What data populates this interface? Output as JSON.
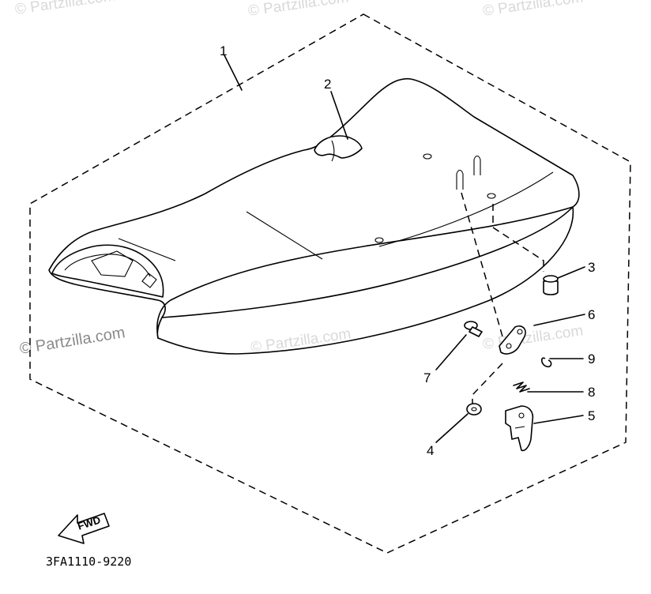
{
  "watermarks": {
    "top_left": "© Partzilla.com",
    "top_center": "© Partzilla.com",
    "top_right": "© Partzilla.com",
    "mid_left": "© Partzilla.com",
    "center": "© Partzilla.com",
    "right": "© Partzilla.com"
  },
  "callouts": {
    "c1": "1",
    "c2": "2",
    "c3": "3",
    "c4": "4",
    "c5": "5",
    "c6": "6",
    "c7": "7",
    "c8": "8",
    "c9": "9"
  },
  "fwd_label": "FWD",
  "diagram_code": "3FA1110-9220"
}
